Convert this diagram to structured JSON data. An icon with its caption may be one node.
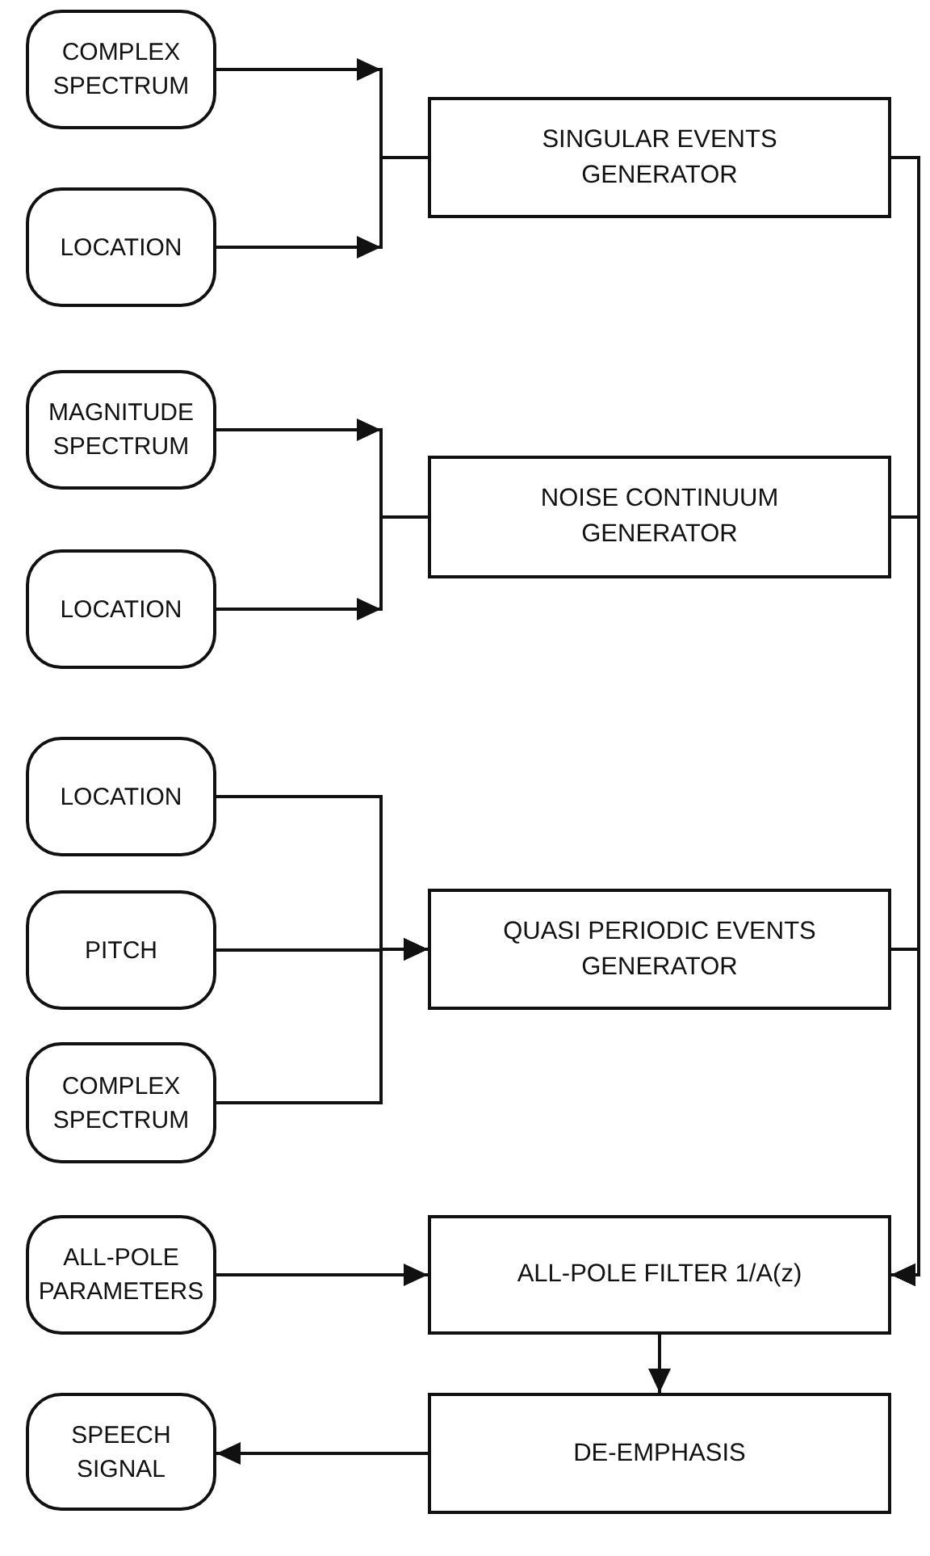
{
  "diagram": {
    "nodes": [
      {
        "text": [
          "COMPLEX SPECTRUM"
        ]
      },
      {
        "text": [
          "LOCATION"
        ]
      },
      {
        "text": [
          "SINGULAR EVENTS GENERATOR"
        ]
      },
      {
        "text": [
          "MAGNITUDE SPECTRUM"
        ]
      },
      {
        "text": [
          "LOCATION"
        ]
      },
      {
        "text": [
          "NOISE CONTINUUM GENERATOR"
        ]
      },
      {
        "text": [
          "LOCATION"
        ]
      },
      {
        "text": [
          "PITCH"
        ]
      },
      {
        "text": [
          "QUASI PERIODIC EVENTS GENERATOR"
        ]
      },
      {
        "text": [
          "COMPLEX SPECTRUM"
        ]
      },
      {
        "text": [
          "ALL-POLE PARAMETERS"
        ]
      },
      {
        "text": [
          "ALL-POLE FILTER 1/A(z)"
        ]
      },
      {
        "text": [
          "SPEECH SIGNAL"
        ]
      },
      {
        "text": [
          "DE-EMPHASIS"
        ]
      }
    ],
    "edges": [
      {
        "from": 0,
        "to": 2,
        "arrow": "to"
      },
      {
        "from": 1,
        "to": 2,
        "arrow": "to"
      },
      {
        "from": 3,
        "to": 5,
        "arrow": "to"
      },
      {
        "from": 4,
        "to": 5,
        "arrow": "to"
      },
      {
        "from": 6,
        "to": 8,
        "arrow": "to"
      },
      {
        "from": 7,
        "to": 8,
        "arrow": "to"
      },
      {
        "from": 9,
        "to": 8,
        "arrow": "to"
      },
      {
        "from": 2,
        "to": 11,
        "arrow": "to"
      },
      {
        "from": 5,
        "to": 11,
        "arrow": "to"
      },
      {
        "from": 8,
        "to": 11,
        "arrow": "to"
      },
      {
        "from": 10,
        "to": 11,
        "arrow": "to"
      },
      {
        "from": 11,
        "to": 13,
        "arrow": "to"
      },
      {
        "from": 13,
        "to": 12,
        "arrow": "to"
      }
    ]
  }
}
